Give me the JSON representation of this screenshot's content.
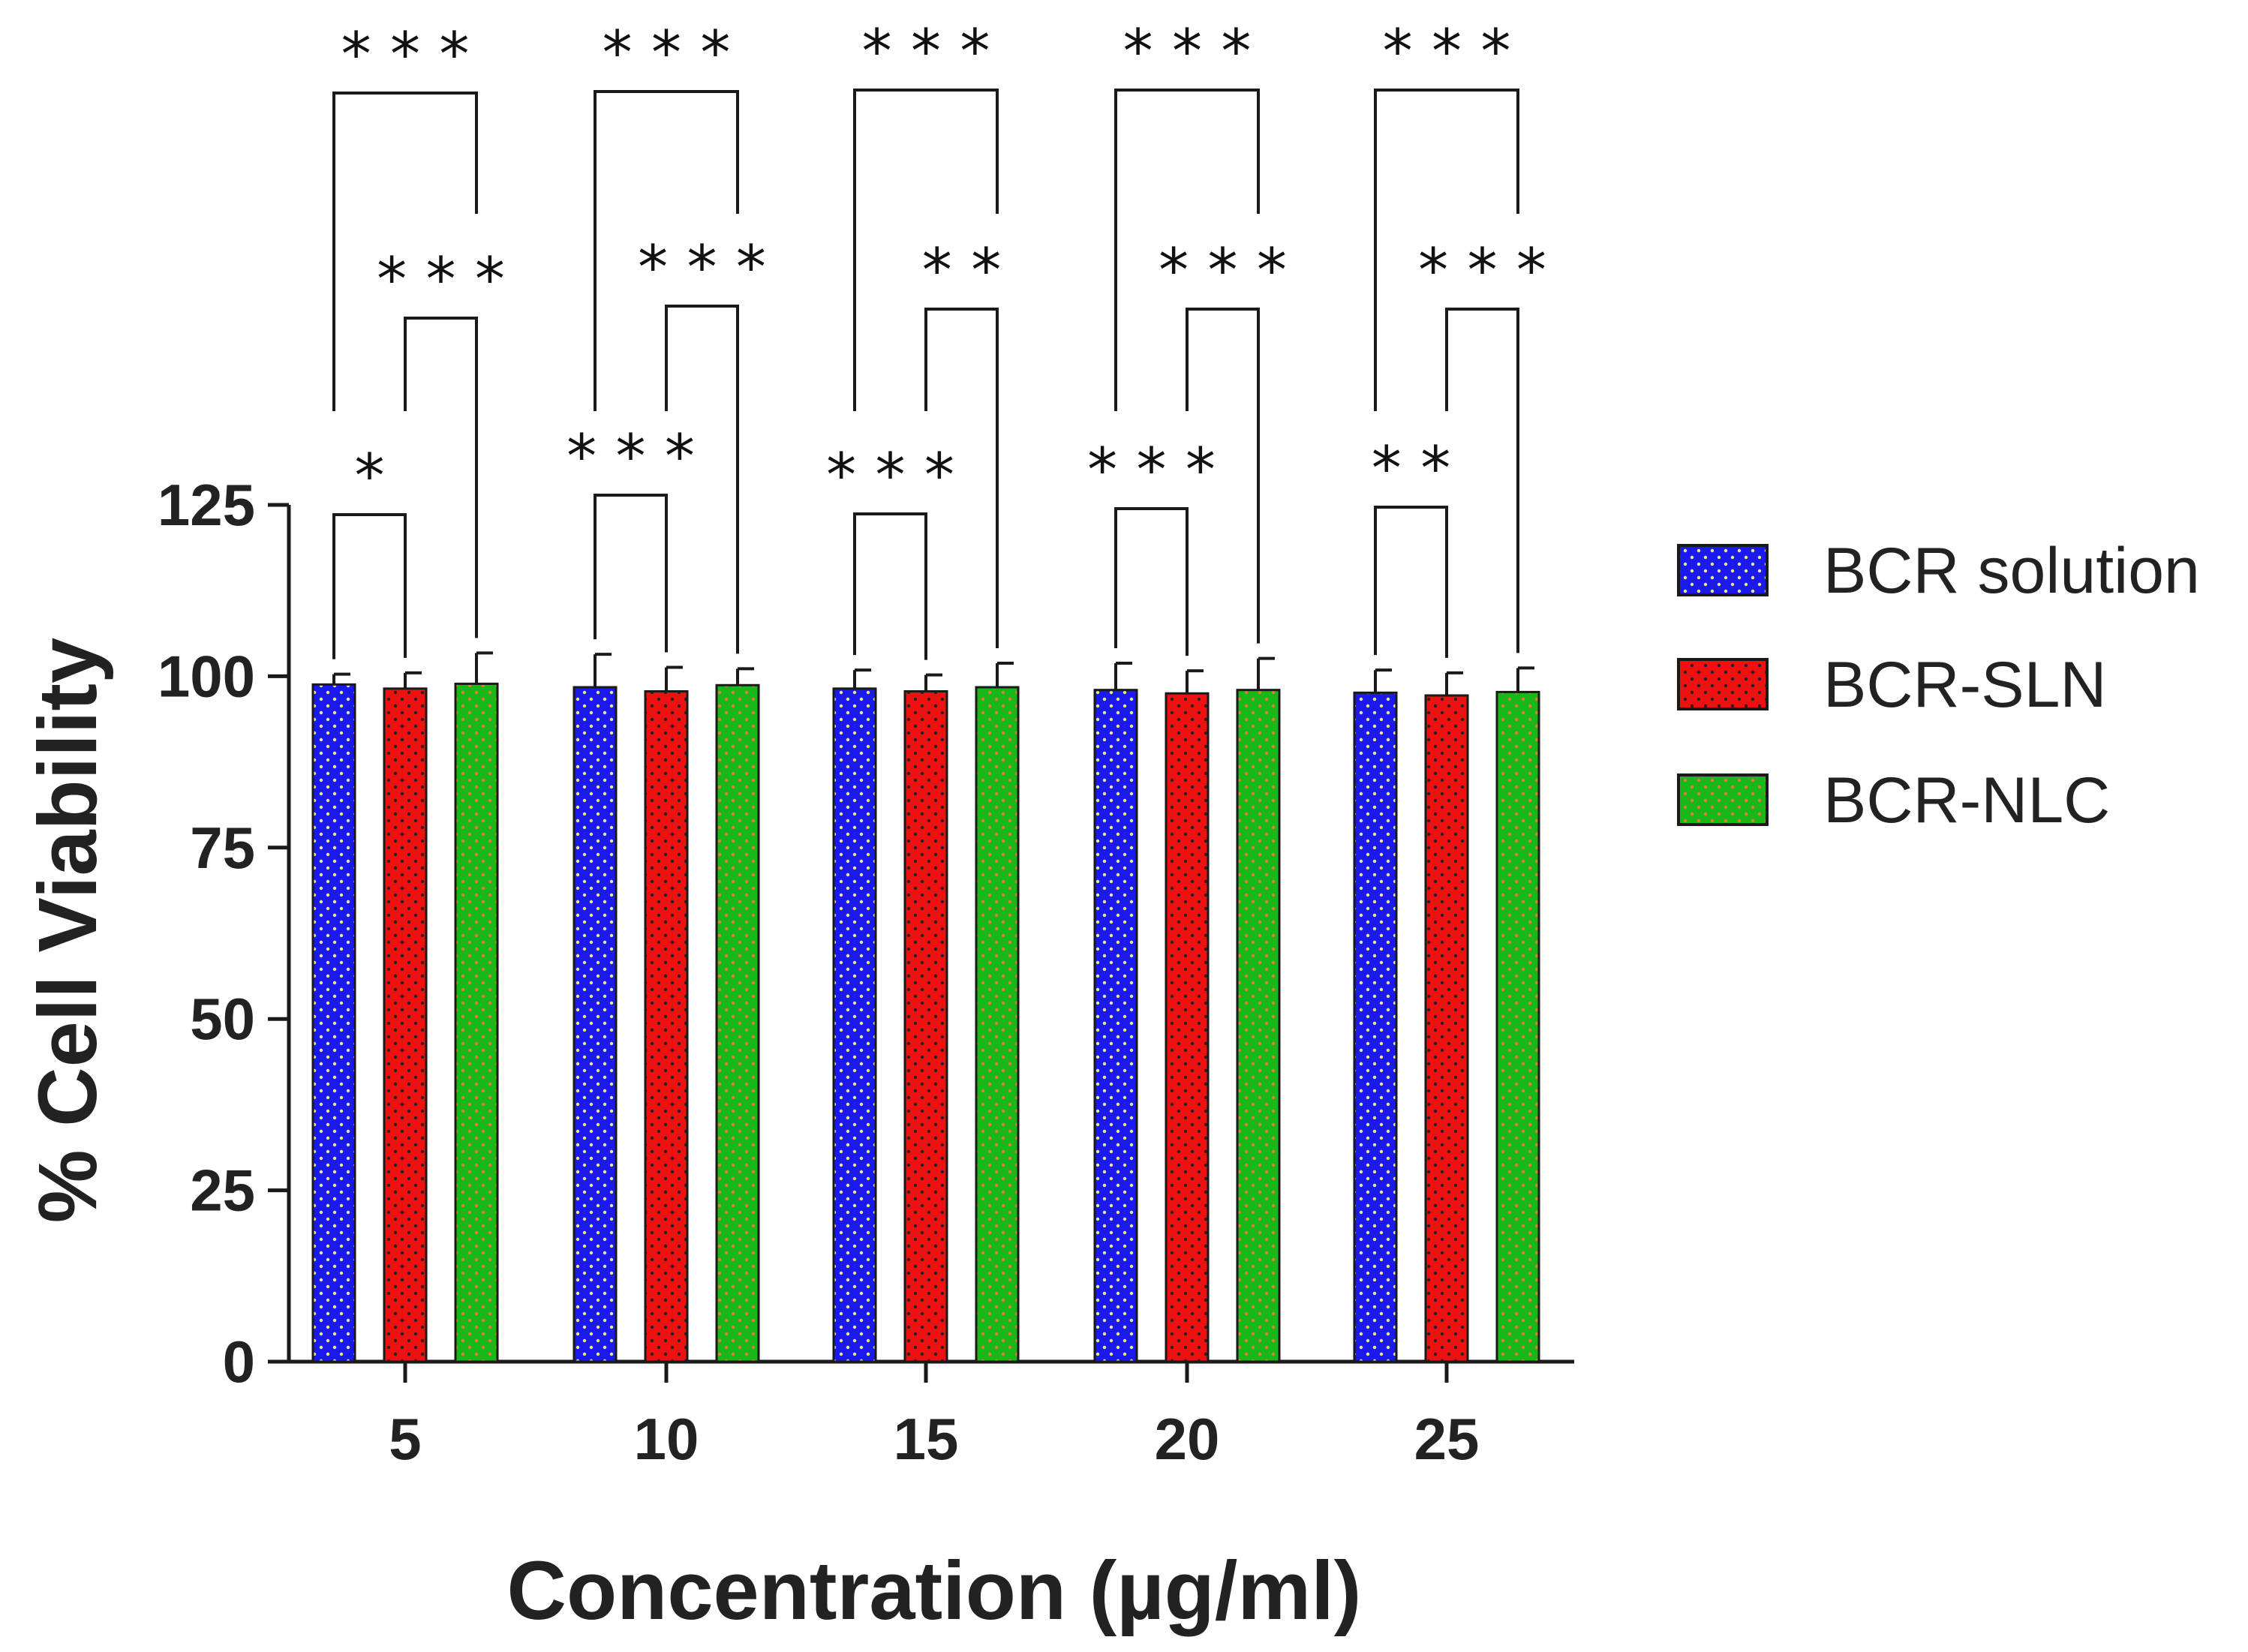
{
  "chart_data": {
    "type": "bar",
    "xlabel": "Concentration (µg/ml)",
    "ylabel": "% Cell Viability",
    "categories": [
      "5",
      "10",
      "15",
      "20",
      "25"
    ],
    "ylim": [
      0,
      125
    ],
    "yticks": [
      "0",
      "25",
      "50",
      "75",
      "100",
      "125"
    ],
    "grid": false,
    "legend_position": "right",
    "series": [
      {
        "name": "BCR solution",
        "color": "#1a1aee",
        "values": [
          98.8,
          98.4,
          98.2,
          98.0,
          97.6
        ],
        "errors": [
          1.5,
          4.8,
          2.7,
          3.9,
          3.3
        ]
      },
      {
        "name": "BCR-SLN",
        "color": "#ee1111",
        "values": [
          98.2,
          97.8,
          97.8,
          97.5,
          97.2
        ],
        "errors": [
          2.3,
          3.5,
          2.4,
          3.3,
          3.3
        ]
      },
      {
        "name": "BCR-NLC",
        "color": "#18b818",
        "values": [
          98.9,
          98.7,
          98.4,
          98.0,
          97.7
        ],
        "errors": [
          4.5,
          2.4,
          3.5,
          4.6,
          3.5
        ]
      }
    ],
    "significance": [
      {
        "category": "5",
        "pairs": [
          {
            "between": [
              "BCR solution",
              "BCR-SLN"
            ],
            "label": "*"
          },
          {
            "between": [
              "BCR-SLN",
              "BCR-NLC"
            ],
            "label": "* * *"
          },
          {
            "between": [
              "BCR solution",
              "BCR-NLC"
            ],
            "label": "* * *"
          }
        ]
      },
      {
        "category": "10",
        "pairs": [
          {
            "between": [
              "BCR solution",
              "BCR-SLN"
            ],
            "label": "* * *"
          },
          {
            "between": [
              "BCR-SLN",
              "BCR-NLC"
            ],
            "label": "* * *"
          },
          {
            "between": [
              "BCR solution",
              "BCR-NLC"
            ],
            "label": "* * *"
          }
        ]
      },
      {
        "category": "15",
        "pairs": [
          {
            "between": [
              "BCR solution",
              "BCR-SLN"
            ],
            "label": "* * *"
          },
          {
            "between": [
              "BCR-SLN",
              "BCR-NLC"
            ],
            "label": "* *"
          },
          {
            "between": [
              "BCR solution",
              "BCR-NLC"
            ],
            "label": "* * *"
          }
        ]
      },
      {
        "category": "20",
        "pairs": [
          {
            "between": [
              "BCR solution",
              "BCR-SLN"
            ],
            "label": "* * *"
          },
          {
            "between": [
              "BCR-SLN",
              "BCR-NLC"
            ],
            "label": "* * *"
          },
          {
            "between": [
              "BCR solution",
              "BCR-NLC"
            ],
            "label": "* * *"
          }
        ]
      },
      {
        "category": "25",
        "pairs": [
          {
            "between": [
              "BCR solution",
              "BCR-SLN"
            ],
            "label": "* *"
          },
          {
            "between": [
              "BCR-SLN",
              "BCR-NLC"
            ],
            "label": "* * *"
          },
          {
            "between": [
              "BCR solution",
              "BCR-NLC"
            ],
            "label": "* * *"
          }
        ]
      }
    ]
  }
}
